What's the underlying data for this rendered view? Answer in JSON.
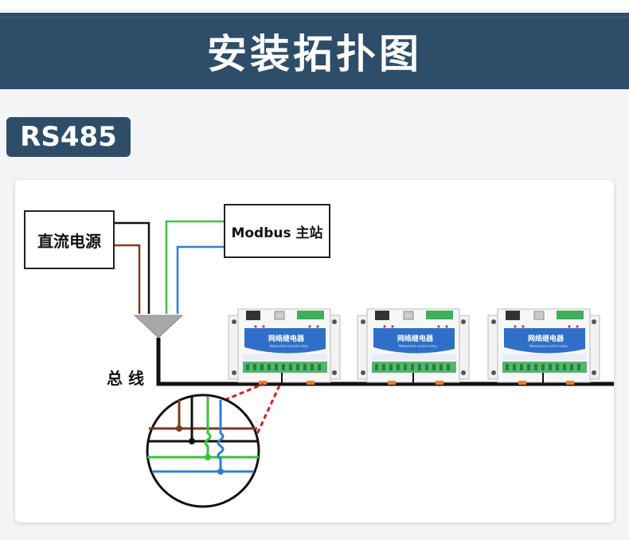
{
  "header": {
    "title": "安装拓扑图"
  },
  "section": {
    "badge": "RS485"
  },
  "diagram": {
    "power_label": "直流电源",
    "master_label": "Modbus 主站",
    "bus_label": "总 线",
    "device_title": "网络继电器",
    "device_subtitle": "Networked control relay",
    "device_count": 3,
    "colors": {
      "banner": "#2e4d68",
      "brown_wire": "#7a3a1e",
      "green_wire": "#3dbf3d",
      "blue_wire": "#2f7fd0",
      "connector_red": "#d22222",
      "device_blue": "#2f6fc7",
      "terminal_green": "#4fb86a"
    }
  }
}
